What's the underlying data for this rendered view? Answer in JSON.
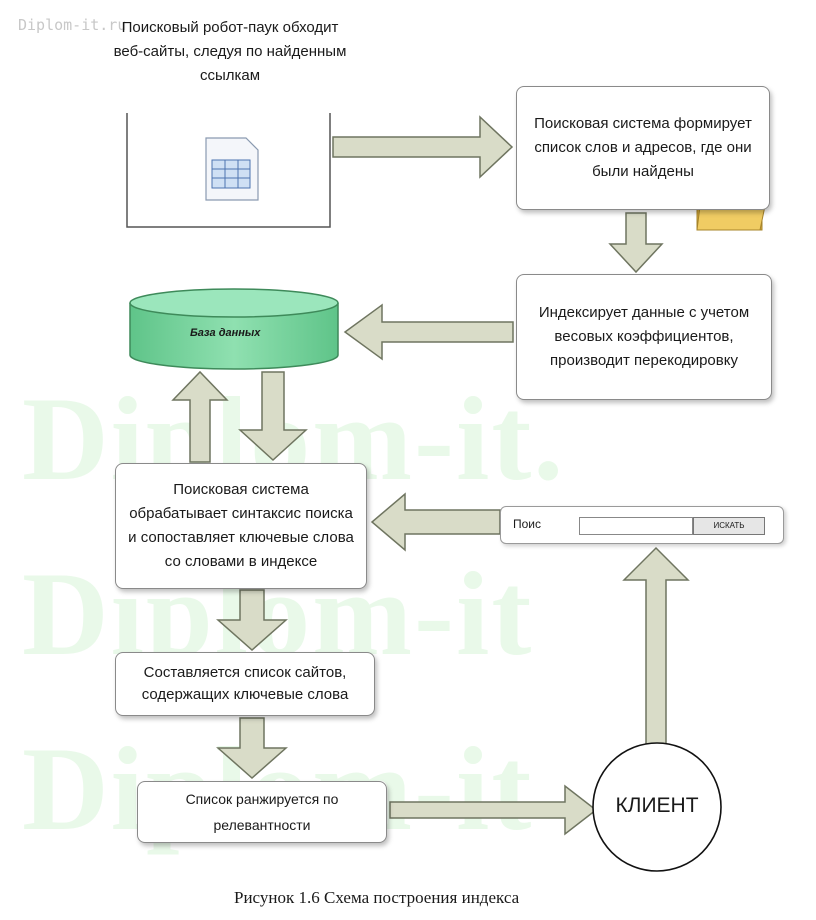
{
  "watermark": {
    "top_text": "Diplom-it.ru",
    "big_lines": [
      "Diplom-it.",
      "Diplom-it",
      "Diplom-it"
    ]
  },
  "nodes": {
    "crawler": "Поисковый робот-паук обходит веб-сайты, следуя по найденным ссылкам",
    "build_list": "Поисковая система формирует список слов и адресов, где они были найдены",
    "indexing": "Индексирует данные с учетом весовых коэффициентов, производит перекодировку",
    "database": "База данных",
    "process_query": "Поисковая система обрабатывает синтаксис поиска и сопоставляет ключевые слова со словами в индексе",
    "list_sites": "Составляется список сайтов, содержащих ключевые слова",
    "ranking": "Список ранжируется по релевантности",
    "client": "КЛИЕНТ"
  },
  "search_form": {
    "label": "Поис",
    "button_label": "ИСКАТЬ"
  },
  "caption": "Рисунок 1.6 Схема построения индекса",
  "colors": {
    "arrow_fill": "#d9dcc8",
    "arrow_stroke": "#6f7560",
    "db_fill": "#7ed4a0",
    "db_stroke": "#3e8a5a",
    "folder": "#e8c35a"
  }
}
